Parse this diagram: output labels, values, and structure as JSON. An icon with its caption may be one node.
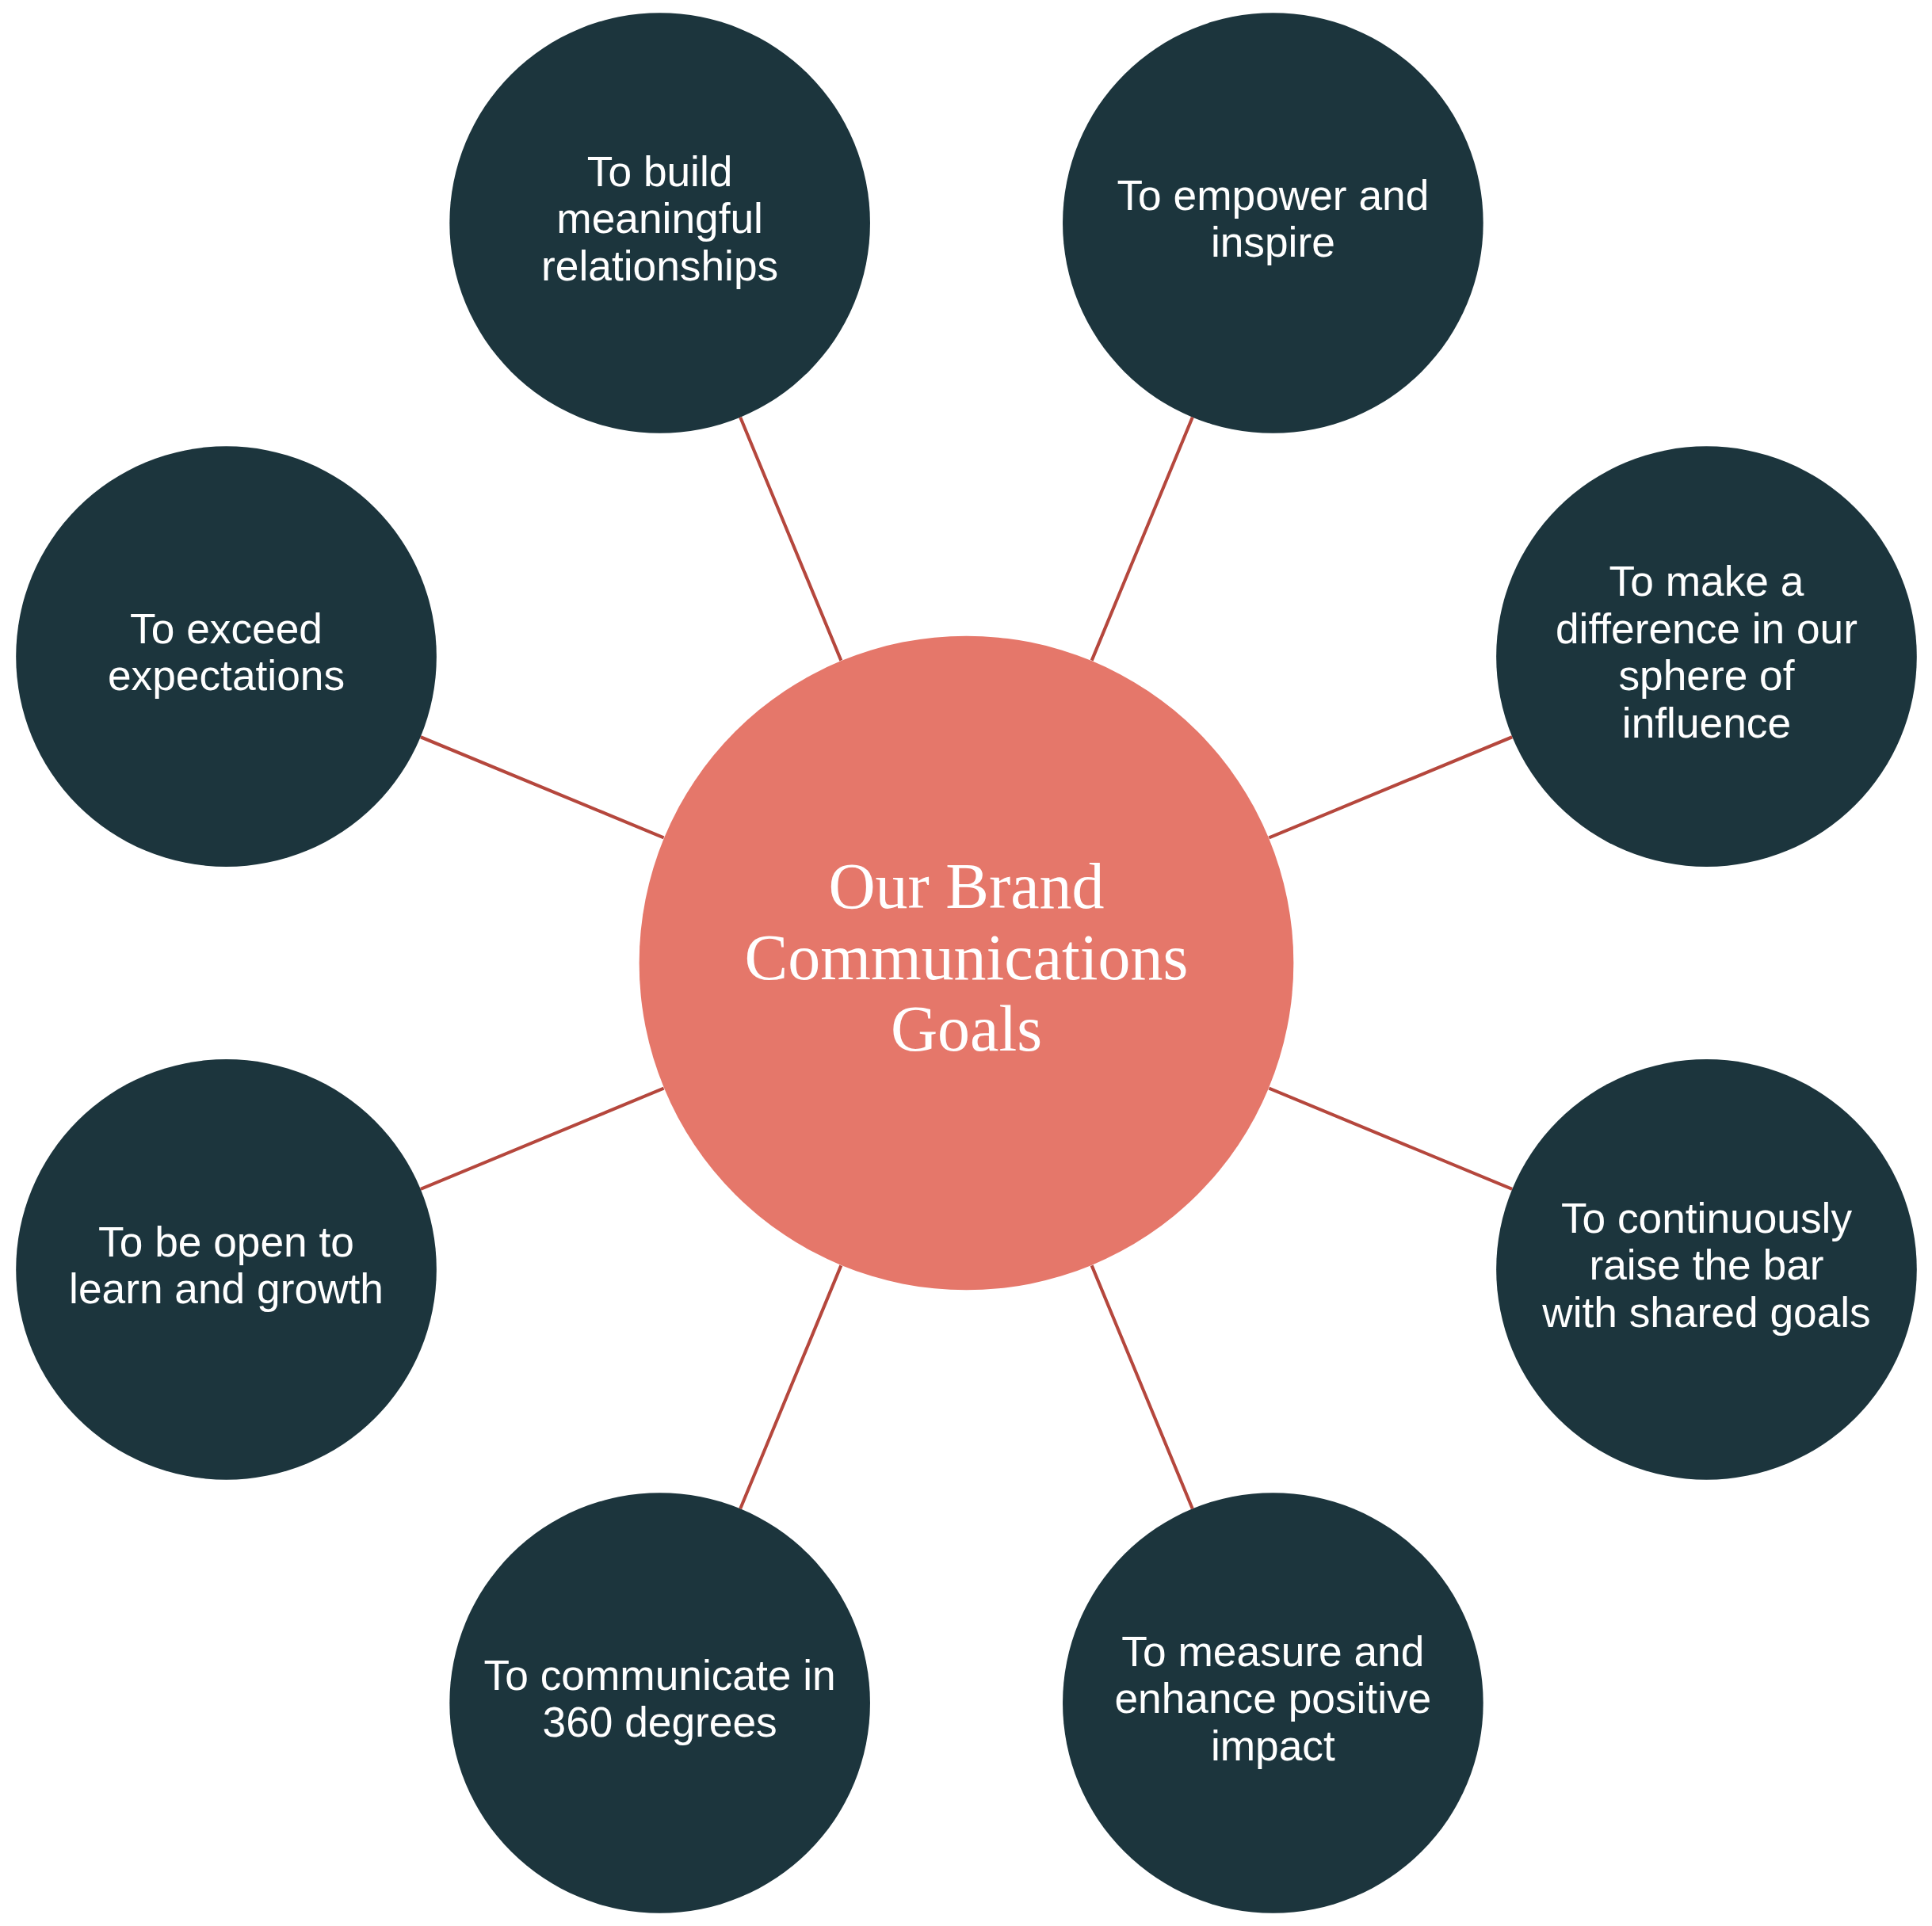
{
  "diagram": {
    "nodes": [
      {
        "text": [
          "Our Brand Communications Goals"
        ]
      },
      {
        "text": [
          "To make a difference in our sphere of influence"
        ]
      },
      {
        "text": [
          "To empower and inspire"
        ]
      },
      {
        "text": [
          "To build meaningful relationships"
        ]
      },
      {
        "text": [
          "To exceed expectations"
        ]
      },
      {
        "text": [
          "To be open to learn and growth"
        ]
      },
      {
        "text": [
          "To communicate in 360 degrees"
        ]
      },
      {
        "text": [
          "To measure and enhance positive impact"
        ]
      },
      {
        "text": [
          "To continuously raise the bar with shared goals"
        ]
      }
    ],
    "edges": [
      {
        "from": 0,
        "to": 1,
        "arrow": "none"
      },
      {
        "from": 0,
        "to": 2,
        "arrow": "none"
      },
      {
        "from": 0,
        "to": 3,
        "arrow": "none"
      },
      {
        "from": 0,
        "to": 4,
        "arrow": "none"
      },
      {
        "from": 0,
        "to": 5,
        "arrow": "none"
      },
      {
        "from": 0,
        "to": 6,
        "arrow": "none"
      },
      {
        "from": 0,
        "to": 7,
        "arrow": "none"
      },
      {
        "from": 0,
        "to": 8,
        "arrow": "none"
      }
    ]
  }
}
